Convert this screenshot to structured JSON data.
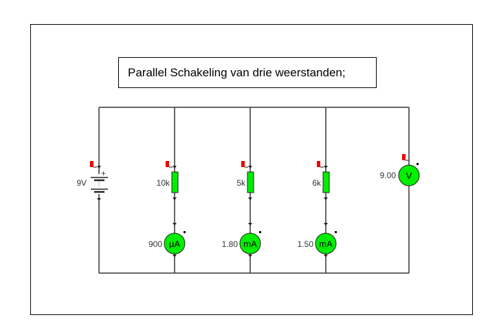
{
  "title": "Parallel Schakeling van drie weerstanden;",
  "battery": {
    "label": "9V",
    "plus": "+"
  },
  "branches": [
    {
      "resistor": "10k",
      "meter_value": "900",
      "meter_unit": "µA"
    },
    {
      "resistor": "5k",
      "meter_value": "1.80",
      "meter_unit": "mA"
    },
    {
      "resistor": "6k",
      "meter_value": "1.50",
      "meter_unit": "mA"
    }
  ],
  "voltmeter": {
    "value": "9.00",
    "unit": "V"
  },
  "colors": {
    "component": "#00ee00",
    "probe": "#ee0000",
    "wire": "#333333"
  }
}
